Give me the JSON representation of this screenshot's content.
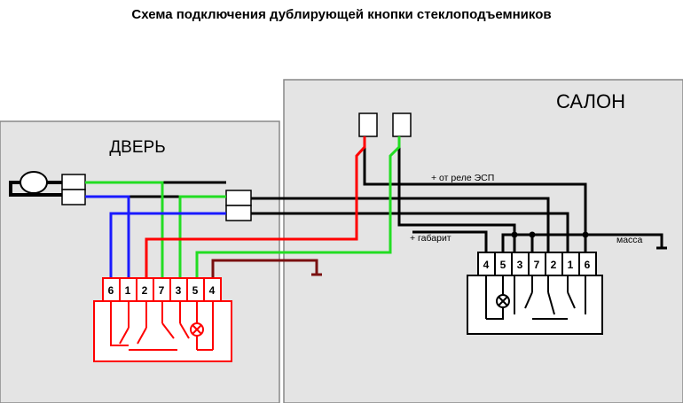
{
  "title": "Схема подключения дублирующей кнопки стеклоподъемников",
  "door": {
    "label": "ДВЕРЬ",
    "pins": [
      "6",
      "1",
      "2",
      "7",
      "3",
      "5",
      "4"
    ]
  },
  "salon": {
    "label": "САЛОН",
    "pins": [
      "4",
      "5",
      "3",
      "7",
      "2",
      "1",
      "6"
    ],
    "relay_label": "+ от реле ЭСП",
    "parking_label": "+ габарит",
    "ground_label": "масса"
  },
  "colors": {
    "red": "#ff0000",
    "green": "#22dd22",
    "blue": "#1a1aff",
    "black": "#000000",
    "brown": "#7a1010",
    "panel": "#e4e4e4"
  }
}
